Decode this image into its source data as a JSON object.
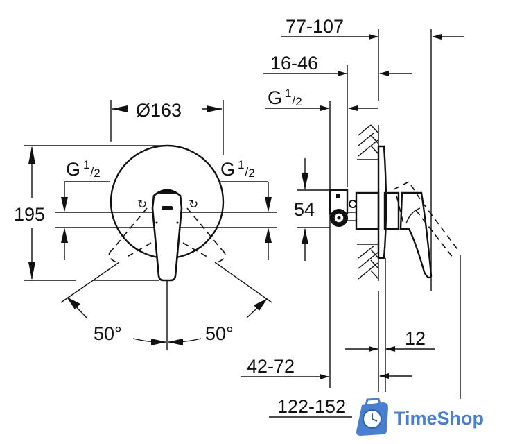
{
  "front_view": {
    "diameter_label": "Ø163",
    "height_label": "195",
    "thread_left": {
      "main": "G",
      "num": "1",
      "slash": "/",
      "den": "2"
    },
    "thread_right": {
      "main": "G",
      "num": "1",
      "slash": "/",
      "den": "2"
    },
    "angle_left": "50°",
    "angle_right": "50°"
  },
  "side_view": {
    "depth_overall": "77-107",
    "depth_body": "16-46",
    "thread": {
      "main": "G",
      "num": "1",
      "slash": "/",
      "den": "2"
    },
    "inlet_height": "54",
    "plate_thickness": "12",
    "install_depth": "42-72",
    "total_depth": "122-152"
  },
  "watermark": {
    "brand": "TimeShop",
    "color": "#4a7fd0"
  }
}
